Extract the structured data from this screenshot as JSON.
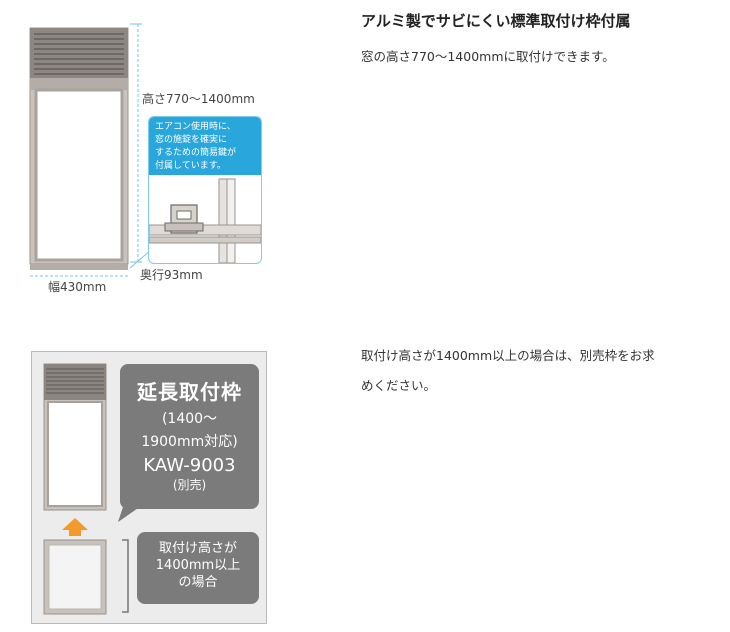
{
  "section1": {
    "heading": "アルミ製でサビにくい標準取付け枠付属",
    "description": "窓の高さ770〜1400mmに取付けできます。",
    "figure": {
      "height_label": "高さ770〜1400mm",
      "width_label": "幅430mm",
      "depth_label": "奥行93mm",
      "callout_lines": [
        "エアコン使用時に、",
        "窓の施錠を確実に",
        "するための簡易鍵が",
        "付属しています。"
      ]
    }
  },
  "section2": {
    "description_lines": [
      "取付け高さが1400mm以上の場合は、別売枠をお求",
      "めください。"
    ],
    "figure": {
      "box_title": "延長取付枠",
      "box_range_line1": "(1400〜",
      "box_range_line2": "1900mm対応)",
      "box_model": "KAW-9003",
      "box_note": "(別売)",
      "lower_box_lines": [
        "取付け高さが",
        "1400mm以上",
        "の場合"
      ]
    }
  },
  "colors": {
    "accent_blue": "#29a7dc",
    "dimension_line": "#6fc9ea",
    "arrow_orange": "#f39a2b",
    "label_gray": "#7b7b7b"
  }
}
